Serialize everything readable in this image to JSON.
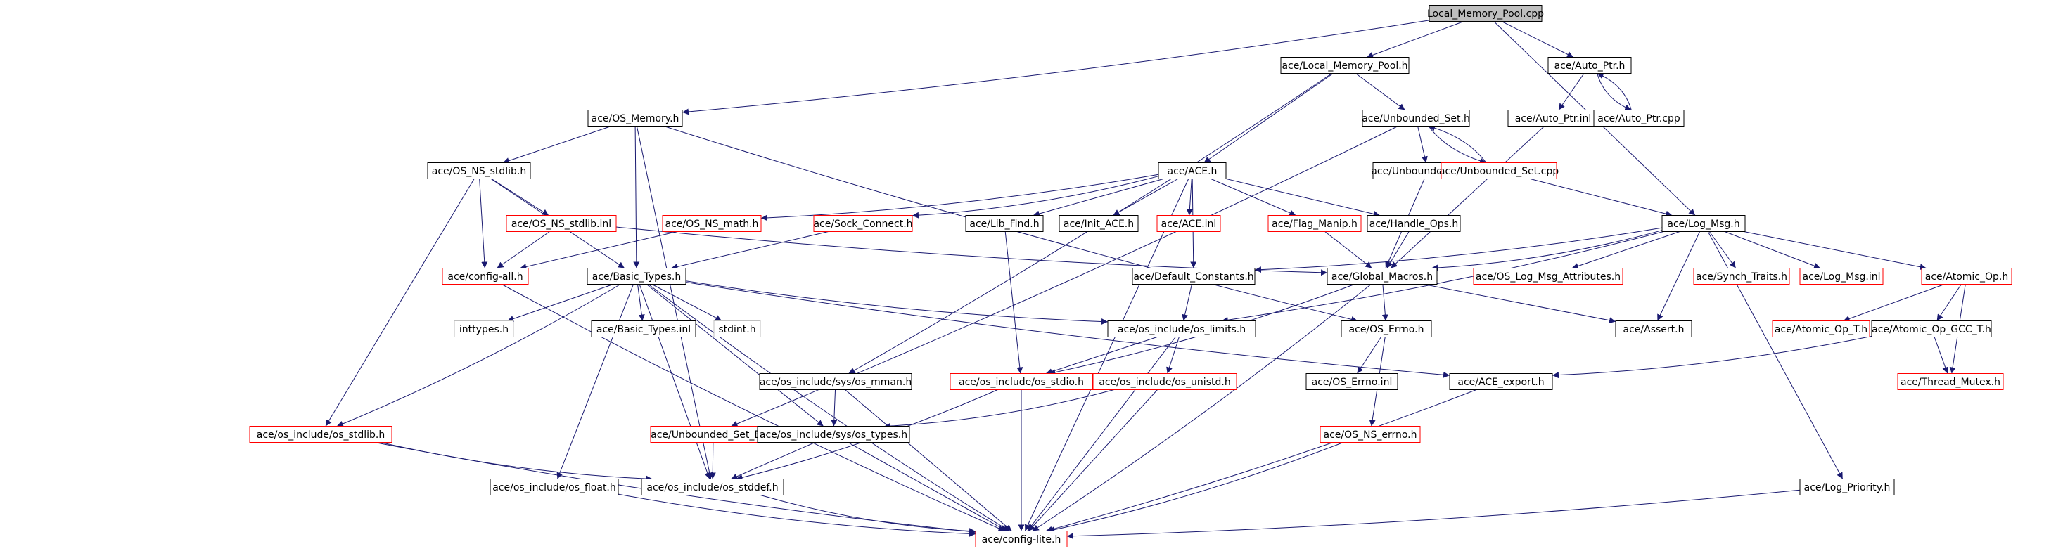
{
  "graph": {
    "colors": {
      "edge": "#191970",
      "border_normal": "#000000",
      "border_truncated": "#ff0000",
      "border_external": "#bfbfbf",
      "root_fill": "#bfbfbf",
      "node_fill": "#ffffff"
    },
    "nodes": [
      {
        "id": "root",
        "label": "Local_Memory_Pool.cpp",
        "kind": "root"
      },
      {
        "id": "lmp_h",
        "label": "ace/Local_Memory_Pool.h",
        "kind": "normal"
      },
      {
        "id": "auto_ptr_h",
        "label": "ace/Auto_Ptr.h",
        "kind": "normal"
      },
      {
        "id": "os_memory_h",
        "label": "ace/OS_Memory.h",
        "kind": "normal"
      },
      {
        "id": "unbounded_set_h",
        "label": "ace/Unbounded_Set.h",
        "kind": "normal"
      },
      {
        "id": "auto_ptr_inl",
        "label": "ace/Auto_Ptr.inl",
        "kind": "normal"
      },
      {
        "id": "auto_ptr_cpp",
        "label": "ace/Auto_Ptr.cpp",
        "kind": "normal"
      },
      {
        "id": "os_ns_stdlib_h",
        "label": "ace/OS_NS_stdlib.h",
        "kind": "normal"
      },
      {
        "id": "unbounded_set_inl",
        "label": "ace/Unbounded_Set.inl",
        "kind": "normal"
      },
      {
        "id": "unbounded_set_cpp",
        "label": "ace/Unbounded_Set.cpp",
        "kind": "truncated"
      },
      {
        "id": "ace_h",
        "label": "ace/ACE.h",
        "kind": "normal"
      },
      {
        "id": "os_ns_stdlib_inl",
        "label": "ace/OS_NS_stdlib.inl",
        "kind": "truncated"
      },
      {
        "id": "os_ns_math_h",
        "label": "ace/OS_NS_math.h",
        "kind": "truncated"
      },
      {
        "id": "sock_connect_h",
        "label": "ace/Sock_Connect.h",
        "kind": "truncated"
      },
      {
        "id": "lib_find_h",
        "label": "ace/Lib_Find.h",
        "kind": "normal"
      },
      {
        "id": "init_ace_h",
        "label": "ace/Init_ACE.h",
        "kind": "normal"
      },
      {
        "id": "ace_inl",
        "label": "ace/ACE.inl",
        "kind": "truncated"
      },
      {
        "id": "flag_manip_h",
        "label": "ace/Flag_Manip.h",
        "kind": "truncated"
      },
      {
        "id": "handle_ops_h",
        "label": "ace/Handle_Ops.h",
        "kind": "normal"
      },
      {
        "id": "log_msg_h",
        "label": "ace/Log_Msg.h",
        "kind": "normal"
      },
      {
        "id": "config_all_h",
        "label": "ace/config-all.h",
        "kind": "truncated"
      },
      {
        "id": "basic_types_h",
        "label": "ace/Basic_Types.h",
        "kind": "normal"
      },
      {
        "id": "default_constants_h",
        "label": "ace/Default_Constants.h",
        "kind": "normal"
      },
      {
        "id": "global_macros_h",
        "label": "ace/Global_Macros.h",
        "kind": "normal"
      },
      {
        "id": "os_log_msg_attr_h",
        "label": "ace/OS_Log_Msg_Attributes.h",
        "kind": "truncated"
      },
      {
        "id": "synch_traits_h",
        "label": "ace/Synch_Traits.h",
        "kind": "truncated"
      },
      {
        "id": "log_msg_inl",
        "label": "ace/Log_Msg.inl",
        "kind": "truncated"
      },
      {
        "id": "atomic_op_h",
        "label": "ace/Atomic_Op.h",
        "kind": "truncated"
      },
      {
        "id": "inttypes_h",
        "label": "inttypes.h",
        "kind": "external"
      },
      {
        "id": "basic_types_inl",
        "label": "ace/Basic_Types.inl",
        "kind": "normal"
      },
      {
        "id": "stdint_h",
        "label": "stdint.h",
        "kind": "external"
      },
      {
        "id": "os_limits_h",
        "label": "ace/os_include/os_limits.h",
        "kind": "normal"
      },
      {
        "id": "os_errno_h",
        "label": "ace/OS_Errno.h",
        "kind": "normal"
      },
      {
        "id": "assert_h",
        "label": "ace/Assert.h",
        "kind": "normal"
      },
      {
        "id": "atomic_op_t_h",
        "label": "ace/Atomic_Op_T.h",
        "kind": "truncated"
      },
      {
        "id": "atomic_op_gcc_t_h",
        "label": "ace/Atomic_Op_GCC_T.h",
        "kind": "normal"
      },
      {
        "id": "os_mman_h",
        "label": "ace/os_include/sys/os_mman.h",
        "kind": "normal"
      },
      {
        "id": "os_stdio_h",
        "label": "ace/os_include/os_stdio.h",
        "kind": "truncated"
      },
      {
        "id": "os_unistd_h",
        "label": "ace/os_include/os_unistd.h",
        "kind": "truncated"
      },
      {
        "id": "os_errno_inl",
        "label": "ace/OS_Errno.inl",
        "kind": "normal"
      },
      {
        "id": "ace_export_h",
        "label": "ace/ACE_export.h",
        "kind": "normal"
      },
      {
        "id": "thread_mutex_h",
        "label": "ace/Thread_Mutex.h",
        "kind": "truncated"
      },
      {
        "id": "os_stdlib_h",
        "label": "ace/os_include/os_stdlib.h",
        "kind": "truncated"
      },
      {
        "id": "unbounded_set_ex_h",
        "label": "ace/Unbounded_Set_Ex.h",
        "kind": "truncated"
      },
      {
        "id": "os_types_h",
        "label": "ace/os_include/sys/os_types.h",
        "kind": "normal"
      },
      {
        "id": "os_ns_errno_h",
        "label": "ace/OS_NS_errno.h",
        "kind": "truncated"
      },
      {
        "id": "os_float_h",
        "label": "ace/os_include/os_float.h",
        "kind": "normal"
      },
      {
        "id": "os_stddef_h",
        "label": "ace/os_include/os_stddef.h",
        "kind": "normal"
      },
      {
        "id": "log_priority_h",
        "label": "ace/Log_Priority.h",
        "kind": "normal"
      },
      {
        "id": "config_lite_h",
        "label": "ace/config-lite.h",
        "kind": "truncated"
      }
    ],
    "edges": [
      [
        "root",
        "lmp_h"
      ],
      [
        "root",
        "auto_ptr_h"
      ],
      [
        "root",
        "os_memory_h"
      ],
      [
        "root",
        "log_msg_h"
      ],
      [
        "lmp_h",
        "unbounded_set_h"
      ],
      [
        "lmp_h",
        "ace_h"
      ],
      [
        "lmp_h",
        "os_mman_h"
      ],
      [
        "auto_ptr_h",
        "auto_ptr_inl"
      ],
      [
        "auto_ptr_h",
        "auto_ptr_cpp"
      ],
      [
        "auto_ptr_cpp",
        "auto_ptr_h"
      ],
      [
        "auto_ptr_inl",
        "global_macros_h"
      ],
      [
        "os_memory_h",
        "os_ns_stdlib_h"
      ],
      [
        "os_memory_h",
        "basic_types_h"
      ],
      [
        "os_memory_h",
        "os_stddef_h"
      ],
      [
        "os_memory_h",
        "os_errno_h"
      ],
      [
        "unbounded_set_h",
        "unbounded_set_inl"
      ],
      [
        "unbounded_set_h",
        "unbounded_set_cpp"
      ],
      [
        "unbounded_set_cpp",
        "unbounded_set_h"
      ],
      [
        "unbounded_set_h",
        "unbounded_set_ex_h"
      ],
      [
        "unbounded_set_inl",
        "global_macros_h"
      ],
      [
        "unbounded_set_cpp",
        "log_msg_h"
      ],
      [
        "os_ns_stdlib_h",
        "os_ns_stdlib_inl"
      ],
      [
        "os_ns_stdlib_h",
        "config_all_h"
      ],
      [
        "os_ns_stdlib_h",
        "basic_types_h"
      ],
      [
        "os_ns_stdlib_h",
        "os_stdlib_h"
      ],
      [
        "os_ns_stdlib_inl",
        "config_all_h"
      ],
      [
        "os_ns_stdlib_inl",
        "global_macros_h"
      ],
      [
        "ace_h",
        "os_ns_math_h"
      ],
      [
        "ace_h",
        "sock_connect_h"
      ],
      [
        "ace_h",
        "lib_find_h"
      ],
      [
        "ace_h",
        "init_ace_h"
      ],
      [
        "ace_h",
        "ace_inl"
      ],
      [
        "ace_h",
        "flag_manip_h"
      ],
      [
        "ace_h",
        "handle_ops_h"
      ],
      [
        "ace_h",
        "default_constants_h"
      ],
      [
        "ace_h",
        "config_lite_h"
      ],
      [
        "os_ns_math_h",
        "config_all_h"
      ],
      [
        "sock_connect_h",
        "basic_types_h"
      ],
      [
        "lib_find_h",
        "os_stdio_h"
      ],
      [
        "flag_manip_h",
        "global_macros_h"
      ],
      [
        "handle_ops_h",
        "global_macros_h"
      ],
      [
        "log_msg_h",
        "default_constants_h"
      ],
      [
        "log_msg_h",
        "global_macros_h"
      ],
      [
        "log_msg_h",
        "os_log_msg_attr_h"
      ],
      [
        "log_msg_h",
        "synch_traits_h"
      ],
      [
        "log_msg_h",
        "log_msg_inl"
      ],
      [
        "log_msg_h",
        "atomic_op_h"
      ],
      [
        "log_msg_h",
        "os_limits_h"
      ],
      [
        "log_msg_h",
        "assert_h"
      ],
      [
        "log_msg_h",
        "log_priority_h"
      ],
      [
        "basic_types_h",
        "inttypes_h"
      ],
      [
        "basic_types_h",
        "basic_types_inl"
      ],
      [
        "basic_types_h",
        "stdint_h"
      ],
      [
        "basic_types_h",
        "os_limits_h"
      ],
      [
        "basic_types_h",
        "os_float_h"
      ],
      [
        "basic_types_h",
        "os_stdlib_h"
      ],
      [
        "basic_types_h",
        "os_types_h"
      ],
      [
        "basic_types_h",
        "os_stddef_h"
      ],
      [
        "basic_types_h",
        "config_lite_h"
      ],
      [
        "basic_types_h",
        "ace_export_h"
      ],
      [
        "default_constants_h",
        "os_limits_h"
      ],
      [
        "global_macros_h",
        "os_errno_h"
      ],
      [
        "global_macros_h",
        "assert_h"
      ],
      [
        "global_macros_h",
        "config_lite_h"
      ],
      [
        "global_macros_h",
        "os_stdio_h"
      ],
      [
        "atomic_op_h",
        "atomic_op_t_h"
      ],
      [
        "atomic_op_h",
        "atomic_op_gcc_t_h"
      ],
      [
        "atomic_op_h",
        "thread_mutex_h"
      ],
      [
        "atomic_op_gcc_t_h",
        "thread_mutex_h"
      ],
      [
        "atomic_op_gcc_t_h",
        "ace_export_h"
      ],
      [
        "os_limits_h",
        "os_stdio_h"
      ],
      [
        "os_limits_h",
        "os_unistd_h"
      ],
      [
        "os_limits_h",
        "config_lite_h"
      ],
      [
        "os_errno_h",
        "os_errno_inl"
      ],
      [
        "os_errno_h",
        "os_ns_errno_h"
      ],
      [
        "os_mman_h",
        "os_types_h"
      ],
      [
        "os_mman_h",
        "config_lite_h"
      ],
      [
        "os_stdio_h",
        "os_stddef_h"
      ],
      [
        "os_stdio_h",
        "config_lite_h"
      ],
      [
        "os_unistd_h",
        "os_types_h"
      ],
      [
        "os_unistd_h",
        "config_lite_h"
      ],
      [
        "ace_export_h",
        "config_lite_h"
      ],
      [
        "os_stdlib_h",
        "os_stddef_h"
      ],
      [
        "os_stdlib_h",
        "config_lite_h"
      ],
      [
        "unbounded_set_ex_h",
        "os_stddef_h"
      ],
      [
        "os_types_h",
        "os_stddef_h"
      ],
      [
        "os_types_h",
        "config_lite_h"
      ],
      [
        "os_ns_errno_h",
        "config_lite_h"
      ],
      [
        "os_float_h",
        "config_lite_h"
      ],
      [
        "os_stddef_h",
        "config_lite_h"
      ],
      [
        "log_priority_h",
        "config_lite_h"
      ],
      [
        "config_all_h",
        "config_lite_h"
      ]
    ]
  }
}
